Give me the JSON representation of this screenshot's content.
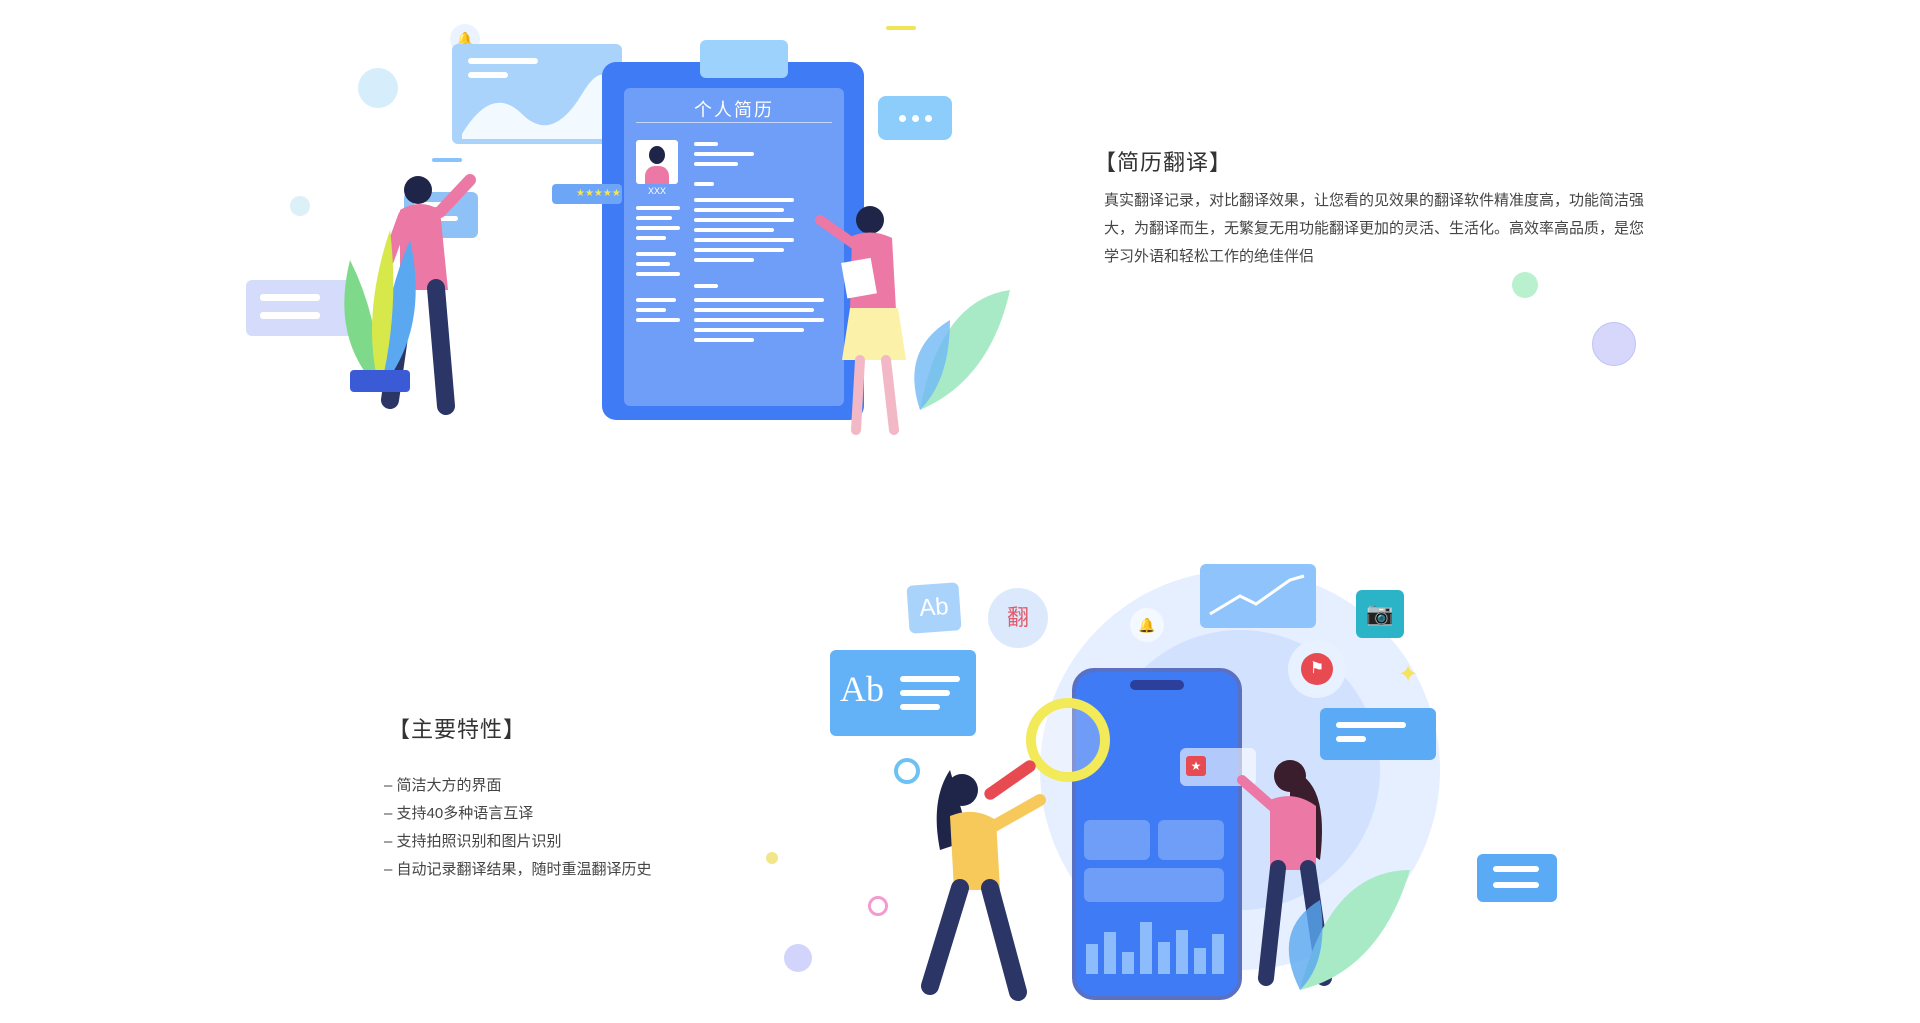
{
  "section1": {
    "heading": "【简历翻译】",
    "paragraph": "真实翻译记录，对比翻译效果，让您看的见效果的翻译软件精准度高，功能简洁强大，为翻译而生，无繁复无用功能翻译更加的灵活、生活化。高效率高品质，是您学习外语和轻松工作的绝佳伴侣",
    "resume_title": "个人简历",
    "avatar_caption": "XXX"
  },
  "section2": {
    "heading": "【主要特性】",
    "features": [
      "– 简洁大方的界面",
      "– 支持40多种语言互译",
      "– 支持拍照识别和图片识别",
      "– 自动记录翻译结果，随时重温翻译历史"
    ],
    "badge_ab_small": "Ab",
    "badge_ab_large": "Ab",
    "badge_fan": "翻"
  },
  "colors": {
    "primary_blue": "#3f7bf5",
    "light_blue": "#9cc6fb",
    "pink": "#e96aa5",
    "yellow": "#f5e35a",
    "green": "#7fe0b0"
  }
}
